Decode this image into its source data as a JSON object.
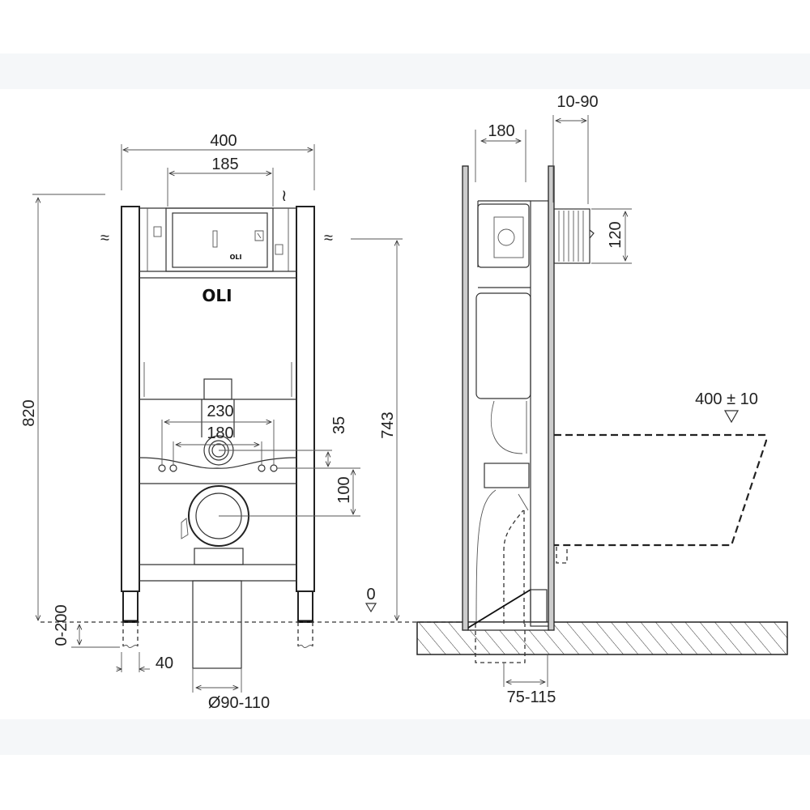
{
  "title": "OLI wall-hung WC frame installation dimensions",
  "front_view": {
    "logo_text": "OLI",
    "plate_logo_text": "OLI",
    "dimensions": {
      "frame_width": "400",
      "actuator_width": "185",
      "total_height": "820",
      "bolt_spacing_outer": "230",
      "bolt_spacing_inner": "180",
      "inlet_offset": "35",
      "outlet_offset": "100",
      "leg_adjust": "0-200",
      "leg_width": "40",
      "drain_diameter": "Ø90-110",
      "floor_level": "0",
      "outlet_height": "743"
    }
  },
  "side_view": {
    "dimensions": {
      "frame_depth": "180",
      "wall_gap": "10-90",
      "actuator_height": "120",
      "seat_height": "400 ± 10",
      "drain_offset": "75-115"
    }
  }
}
